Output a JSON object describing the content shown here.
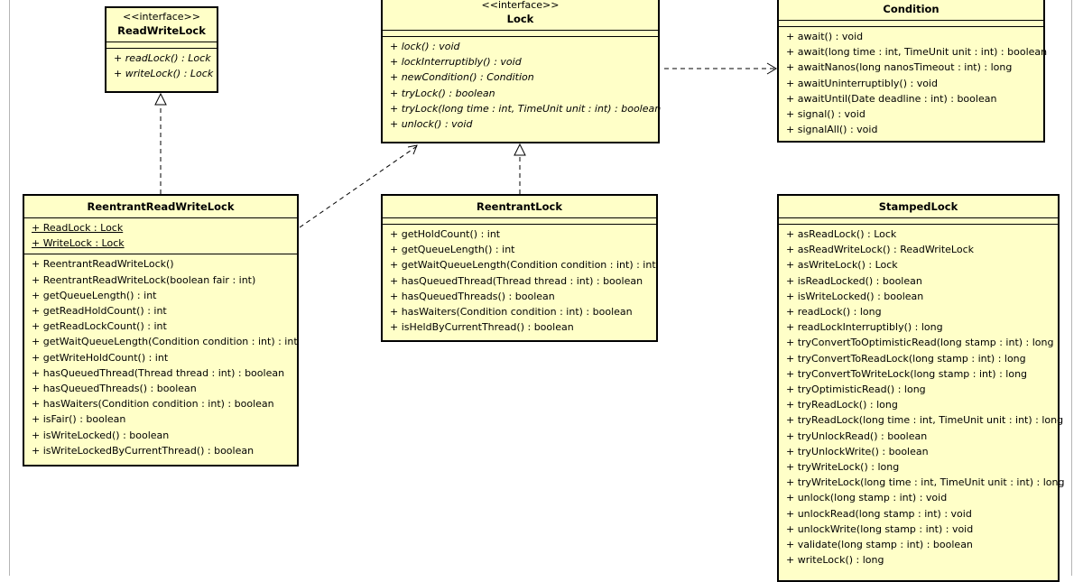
{
  "classes": {
    "readwritelock": {
      "stereotype": "<<interface>>",
      "name": "ReadWriteLock",
      "operations": [
        "+ readLock() : Lock",
        "+ writeLock() : Lock"
      ]
    },
    "lock": {
      "stereotype": "<<interface>>",
      "name": "Lock",
      "operations": [
        "+ lock() : void",
        "+ lockInterruptibly() : void",
        "+ newCondition() : Condition",
        "+ tryLock() : boolean",
        "+ tryLock(long time : int, TimeUnit unit : int) : boolean",
        "+ unlock() : void"
      ]
    },
    "condition": {
      "name": "Condition",
      "operations": [
        "+ await() : void",
        "+ await(long time : int, TimeUnit unit : int) : boolean",
        "+ awaitNanos(long nanosTimeout : int) : long",
        "+ awaitUninterruptibly() : void",
        "+ awaitUntil(Date deadline : int) : boolean",
        "+ signal() : void",
        "+ signalAll() : void"
      ]
    },
    "reentrantreadwritelock": {
      "name": "ReentrantReadWriteLock",
      "attributes": [
        "+ ReadLock : Lock",
        "+ WriteLock : Lock"
      ],
      "operations": [
        "+ ReentrantReadWriteLock()",
        "+ ReentrantReadWriteLock(boolean fair : int)",
        "+ getQueueLength() : int",
        "+ getReadHoldCount() : int",
        "+ getReadLockCount() : int",
        "+ getWaitQueueLength(Condition condition : int) : int",
        "+ getWriteHoldCount() : int",
        "+ hasQueuedThread(Thread thread : int) : boolean",
        "+ hasQueuedThreads() : boolean",
        "+ hasWaiters(Condition condition : int) : boolean",
        "+ isFair() : boolean",
        "+ isWriteLocked() : boolean",
        "+ isWriteLockedByCurrentThread() : boolean"
      ]
    },
    "reentrantlock": {
      "name": "ReentrantLock",
      "operations": [
        "+ getHoldCount() : int",
        "+ getQueueLength() : int",
        "+ getWaitQueueLength(Condition condition : int) : int",
        "+ hasQueuedThread(Thread thread : int) : boolean",
        "+ hasQueuedThreads() : boolean",
        "+ hasWaiters(Condition condition : int) : boolean",
        "+ isHeldByCurrentThread() : boolean"
      ]
    },
    "stampedlock": {
      "name": "StampedLock",
      "operations": [
        "+ asReadLock() : Lock",
        "+ asReadWriteLock() : ReadWriteLock",
        "+ asWriteLock() : Lock",
        "+ isReadLocked() : boolean",
        "+ isWriteLocked() : boolean",
        "+ readLock() : long",
        "+ readLockInterruptibly() : long",
        "+ tryConvertToOptimisticRead(long stamp : int) : long",
        "+ tryConvertToReadLock(long stamp : int) : long",
        "+ tryConvertToWriteLock(long stamp : int) : long",
        "+ tryOptimisticRead() : long",
        "+ tryReadLock() : long",
        "+ tryReadLock(long time : int, TimeUnit unit : int) : long",
        "+ tryUnlockRead() : boolean",
        "+ tryUnlockWrite() : boolean",
        "+ tryWriteLock() : long",
        "+ tryWriteLock(long time : int, TimeUnit unit : int) : long",
        "+ unlock(long stamp : int) : void",
        "+ unlockRead(long stamp : int) : void",
        "+ unlockWrite(long stamp : int) : void",
        "+ validate(long stamp : int) : boolean",
        "+ writeLock() : long"
      ]
    }
  },
  "colors": {
    "class_fill": "#ffffc8",
    "border": "#000000"
  }
}
